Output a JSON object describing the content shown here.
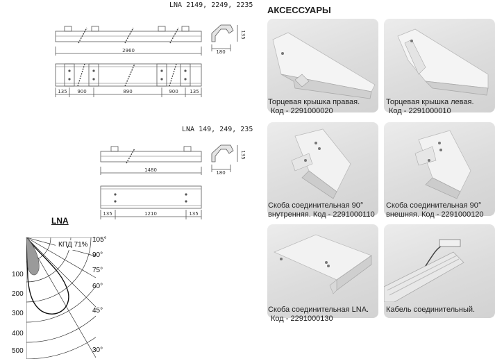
{
  "drawings": {
    "top_model": "LNA 2149, 2249, 2235",
    "top_length": "2960",
    "top_width": "180",
    "top_height": "135",
    "top_segments": [
      "135",
      "900",
      "890",
      "900",
      "135"
    ],
    "mid_model": "LNA 149, 249, 235",
    "mid_length": "1480",
    "mid_width": "180",
    "mid_height": "135",
    "mid_segments": [
      "135",
      "1210",
      "135"
    ]
  },
  "polar": {
    "title": "LNA",
    "efficiency": "КПД 71%",
    "angles": [
      "105°",
      "90°",
      "75°",
      "60°",
      "45°",
      "30°"
    ],
    "radii": [
      "100",
      "200",
      "300",
      "400",
      "500"
    ]
  },
  "accessories": {
    "heading": "АКСЕССУАРЫ",
    "items": [
      {
        "line1": "Торцевая крышка правая.",
        "line2": "Код -  2291000020"
      },
      {
        "line1": "Торцевая крышка левая.",
        "line2": "Код -   2291000010"
      },
      {
        "line1": "Скоба соединительная 90°",
        "line2": "внутренняя.  Код - 2291000110"
      },
      {
        "line1": "Скоба соединительная 90°",
        "line2": "внешняя.  Код - 2291000120"
      },
      {
        "line1": "Скоба соединительная LNA.",
        "line2": "Код - 2291000130"
      },
      {
        "line1": "Кабель соединительный.",
        "line2": ""
      }
    ]
  }
}
